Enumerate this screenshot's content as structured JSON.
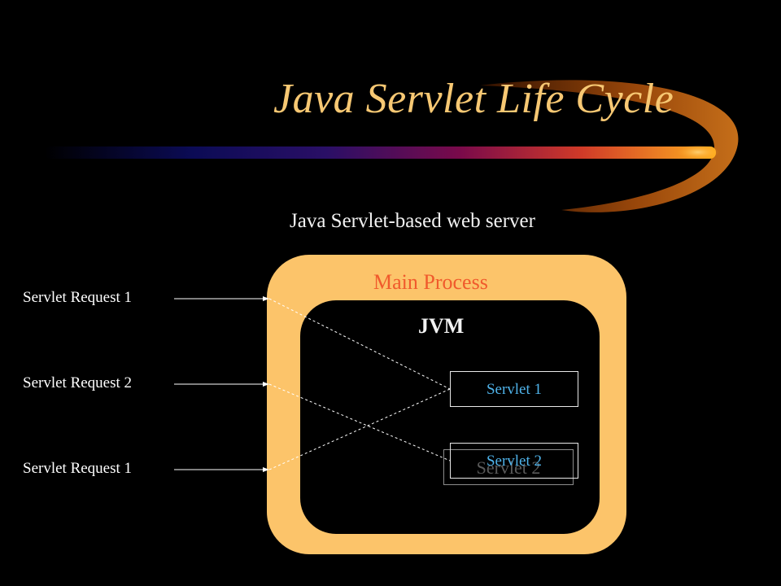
{
  "title": "Java Servlet Life Cycle",
  "subtitle": "Java Servlet-based web server",
  "main_process_label": "Main Process",
  "jvm_label": "JVM",
  "requests": [
    "Servlet Request 1",
    "Servlet Request 2",
    "Servlet Request 1"
  ],
  "servlets": [
    "Servlet 1",
    "Servlet 2"
  ],
  "ghost_servlet_label": "Servlet 2",
  "colors": {
    "background": "#000000",
    "title": "#F7C873",
    "main_process_fill": "#FCC46A",
    "main_process_label": "#F05A2C",
    "servlet_text": "#4FB3EA",
    "request_text": "#FFFFFF"
  }
}
